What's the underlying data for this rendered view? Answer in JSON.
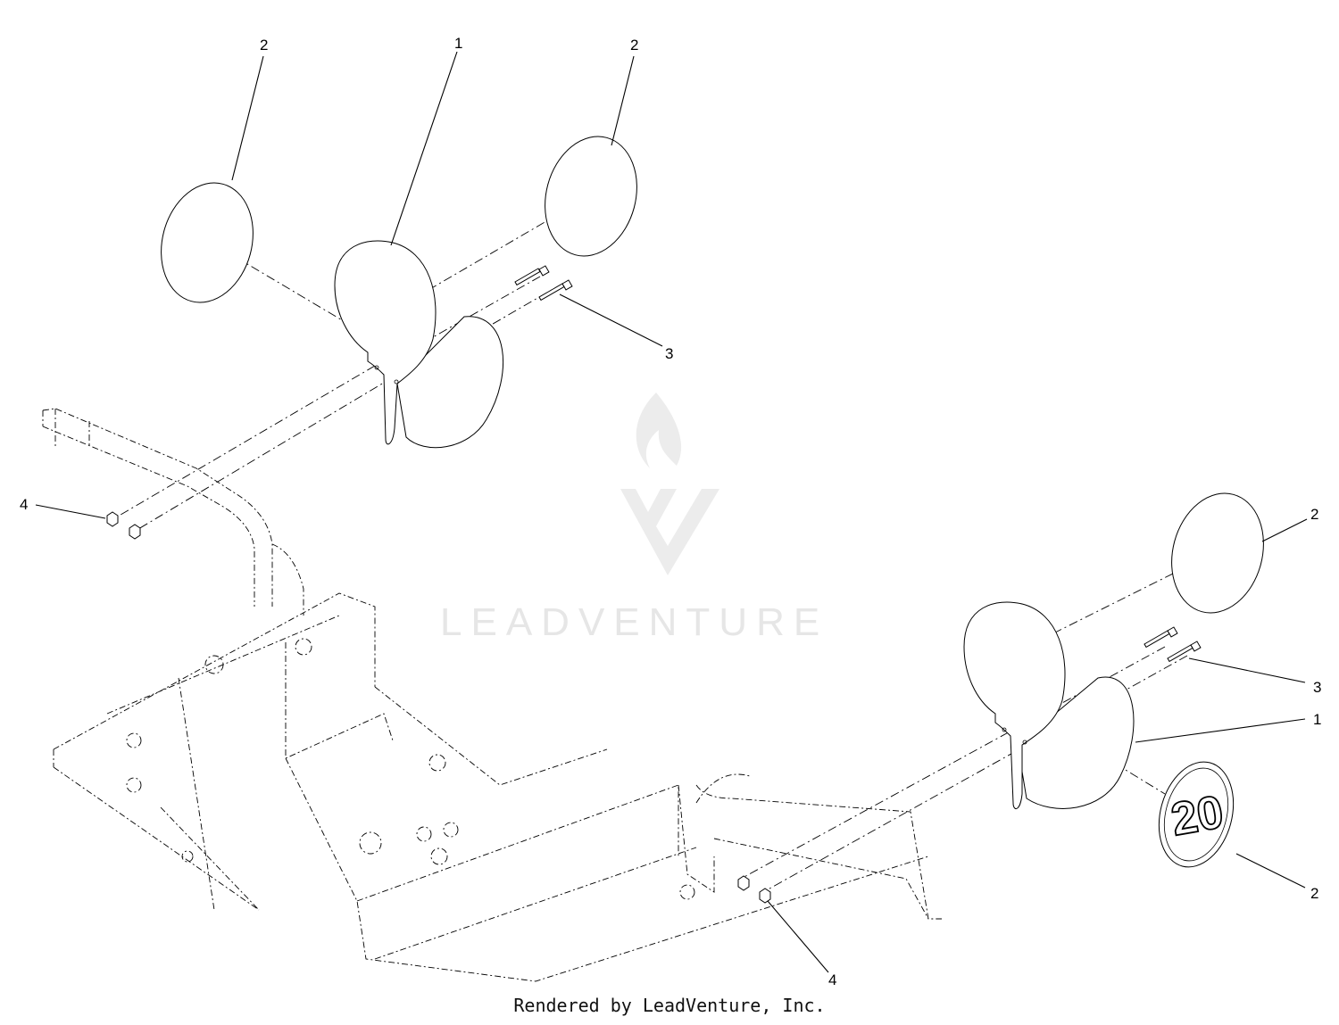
{
  "callouts": {
    "c2a": "2",
    "c1a": "1",
    "c2b": "2",
    "c3a": "3",
    "c4a": "4",
    "c2c": "2",
    "c3b": "3",
    "c1b": "1",
    "c2d": "2",
    "c4b": "4"
  },
  "badge_number": "20",
  "watermark": "LEADVENTURE",
  "credit": "Rendered by LeadVenture, Inc."
}
